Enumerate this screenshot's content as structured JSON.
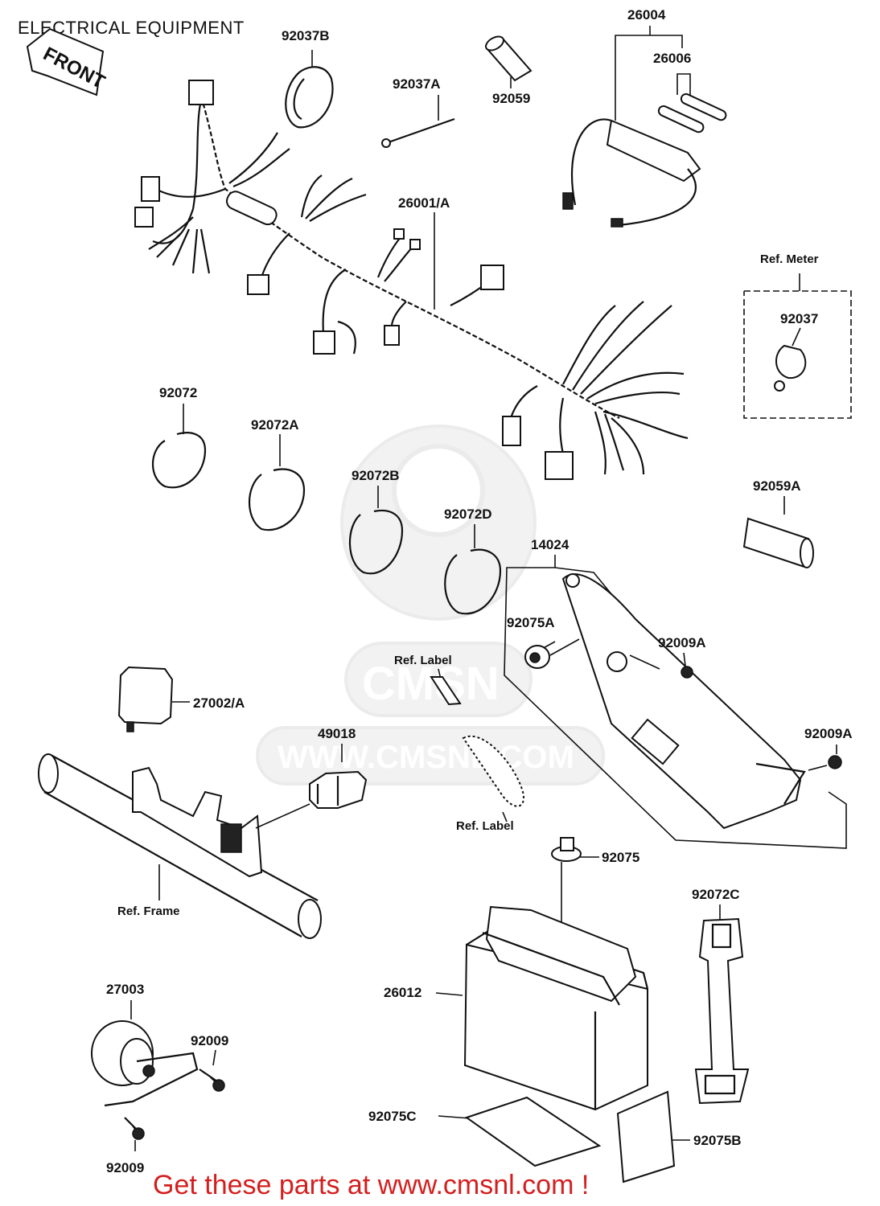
{
  "header": {
    "title": "ELECTRICAL EQUIPMENT",
    "front_arrow_label": "FRONT"
  },
  "watermark": {
    "brand": "CMSN",
    "url": "WWW.CMSNL.COM"
  },
  "callouts": {
    "p92037B": "92037B",
    "p26004": "26004",
    "p26006": "26006",
    "p92037A": "92037A",
    "p92059": "92059",
    "p26001A": "26001/A",
    "ref_meter": "Ref. Meter",
    "p92037": "92037",
    "p92072": "92072",
    "p92072A": "92072A",
    "p92072B": "92072B",
    "p92072D": "92072D",
    "p92059A": "92059A",
    "p14024": "14024",
    "p92009A_1": "92009A",
    "p92075A": "92075A",
    "ref_label_1": "Ref. Label",
    "p27002A": "27002/A",
    "p49018": "49018",
    "p92009A_2": "92009A",
    "ref_label_2": "Ref. Label",
    "p92075": "92075",
    "ref_frame": "Ref. Frame",
    "p92072C": "92072C",
    "p27003": "27003",
    "p26012": "26012",
    "p92009_1": "92009",
    "p92075C": "92075C",
    "p92075B": "92075B",
    "p92009_2": "92009"
  },
  "footer": {
    "promo_text": "Get these parts at www.cmsnl.com !"
  }
}
